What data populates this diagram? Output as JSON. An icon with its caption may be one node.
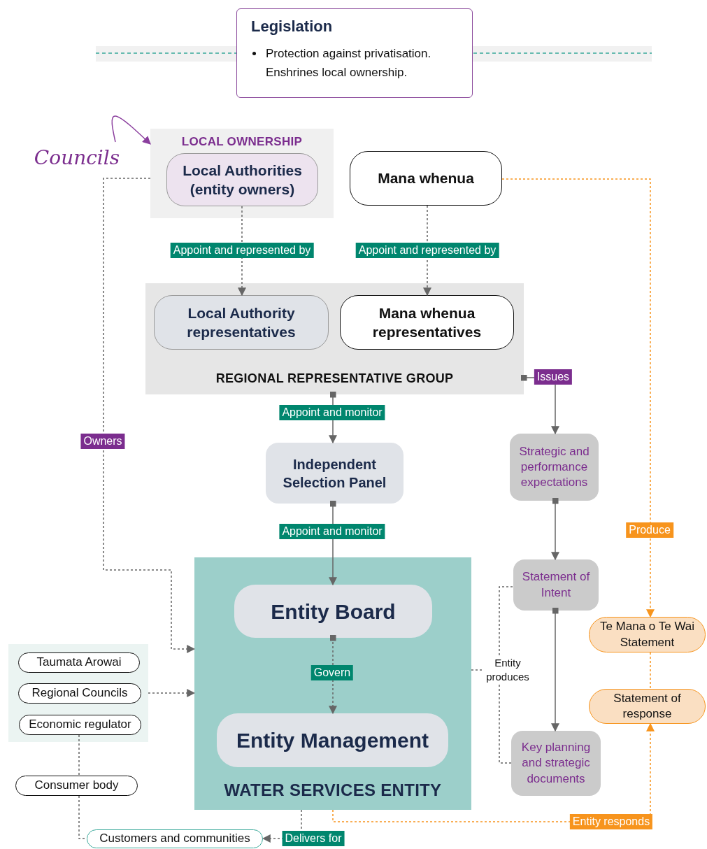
{
  "diagram": {
    "nodes": [
      {
        "text": [
          "Legislation",
          "Protection against privatisation. Enshrines local ownership."
        ]
      },
      {
        "text": [
          "LOCAL OWNERSHIP"
        ]
      },
      {
        "text": [
          "Local Authorities (entity owners)"
        ],
        "in": 1
      },
      {
        "text": [
          "Mana whenua"
        ]
      },
      {
        "text": [
          "REGIONAL REPRESENTATIVE GROUP"
        ]
      },
      {
        "text": [
          "Local Authority representatives"
        ],
        "in": 4
      },
      {
        "text": [
          "Mana whenua representatives"
        ],
        "in": 4
      },
      {
        "text": [
          "Independent Selection Panel"
        ]
      },
      {
        "text": [
          "WATER SERVICES ENTITY"
        ]
      },
      {
        "text": [
          "Entity Board"
        ],
        "in": 8
      },
      {
        "text": [
          "Entity Management"
        ],
        "in": 8
      },
      {
        "text": [
          "Strategic and performance expectations"
        ]
      },
      {
        "text": [
          "Statement of Intent"
        ]
      },
      {
        "text": [
          "Key planning and strategic documents"
        ]
      },
      {
        "text": [
          "Te Mana o Te Wai Statement"
        ]
      },
      {
        "text": [
          "Statement of response"
        ]
      },
      {
        "text": [],
        "shape": "box"
      },
      {
        "text": [
          "Taumata Arowai"
        ],
        "in": 16
      },
      {
        "text": [
          "Regional Councils"
        ],
        "in": 16
      },
      {
        "text": [
          "Economic regulator"
        ],
        "in": 16
      },
      {
        "text": [
          "Consumer body"
        ]
      },
      {
        "text": [
          "Customers and communities"
        ]
      },
      {
        "text": [
          "Councils"
        ]
      },
      {
        "text": [
          "Entity produces"
        ]
      }
    ],
    "edges": [
      {
        "from": 22,
        "to": 1,
        "arrow": "to",
        "color": "#8b3f9e"
      },
      {
        "from": 2,
        "to": 5,
        "arrow": "to",
        "style": "dashed",
        "label": "Appoint and represented by"
      },
      {
        "from": 3,
        "to": 6,
        "arrow": "to",
        "style": "dashed",
        "label": "Appoint and represented by"
      },
      {
        "from": 4,
        "to": 7,
        "arrow": "to",
        "label": "Appoint and monitor"
      },
      {
        "from": 7,
        "to": 9,
        "arrow": "to",
        "label": "Appoint and monitor"
      },
      {
        "from": 9,
        "to": 10,
        "arrow": "to",
        "style": "dashed",
        "label": "Govern"
      },
      {
        "from": 4,
        "to": 11,
        "arrow": "to",
        "label": "Issues"
      },
      {
        "from": 11,
        "to": 12,
        "arrow": "to"
      },
      {
        "from": 12,
        "to": 13,
        "arrow": "to"
      },
      {
        "from": 1,
        "to": 8,
        "arrow": "to",
        "style": "dashed",
        "label": "Owners"
      },
      {
        "from": 16,
        "to": 8,
        "arrow": "to",
        "style": "dashed"
      },
      {
        "from": 19,
        "to": 20,
        "arrow": "none",
        "style": "dashed"
      },
      {
        "from": 20,
        "to": 21,
        "arrow": "none",
        "style": "dashed"
      },
      {
        "from": 8,
        "to": 21,
        "arrow": "to",
        "style": "dashed",
        "label": "Delivers for"
      },
      {
        "from": 3,
        "to": 14,
        "arrow": "to",
        "style": "dashed",
        "color": "#f7941d",
        "label": "Produce"
      },
      {
        "from": 8,
        "to": 15,
        "arrow": "to",
        "style": "dashed",
        "color": "#f7941d",
        "label": "Entity responds"
      },
      {
        "from": 14,
        "to": 15,
        "arrow": "none",
        "style": "dashed",
        "color": "#f7941d"
      },
      {
        "from": 8,
        "to": 23,
        "arrow": "none",
        "style": "dashed"
      },
      {
        "from": 23,
        "to": 12,
        "arrow": "none",
        "style": "dashed"
      },
      {
        "from": 23,
        "to": 13,
        "arrow": "none",
        "style": "dashed"
      }
    ]
  }
}
